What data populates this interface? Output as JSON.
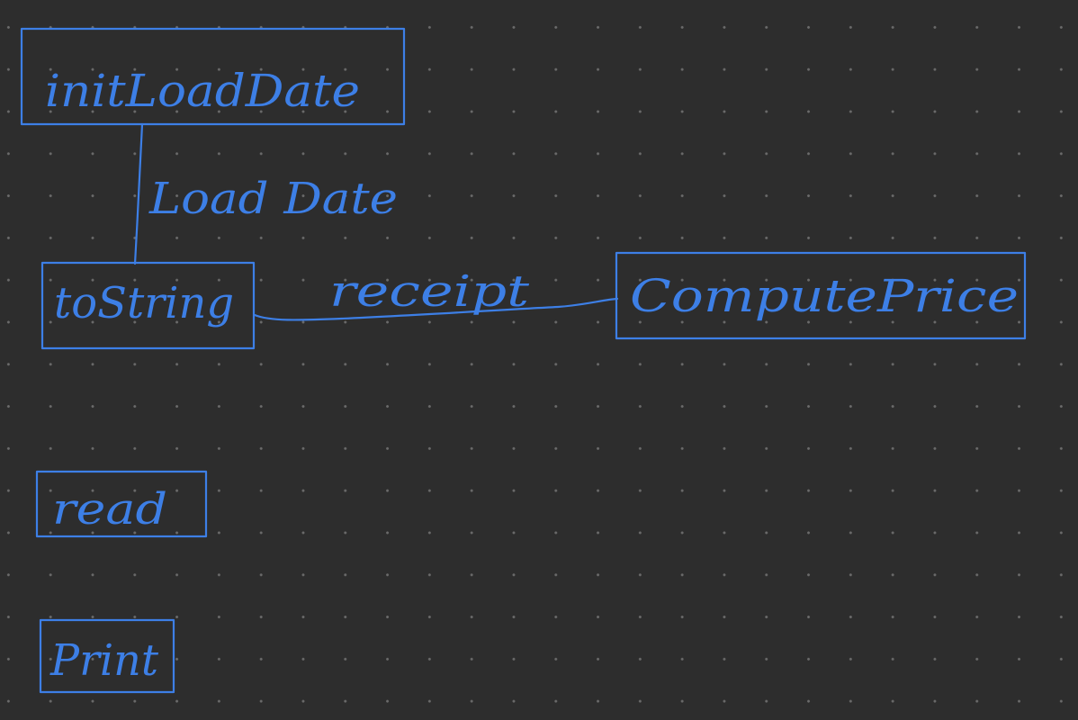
{
  "nodes": {
    "init_load_date": "initLoadDate",
    "to_string": "toString",
    "compute_price": "ComputePrice",
    "read": "read",
    "print": "Print"
  },
  "edges": {
    "load_date": "Load Date",
    "receipt": "receipt"
  },
  "colors": {
    "ink": "#3d7fe6",
    "canvas": "#2d2d2d",
    "grid_dot": "#6a6a6a"
  }
}
